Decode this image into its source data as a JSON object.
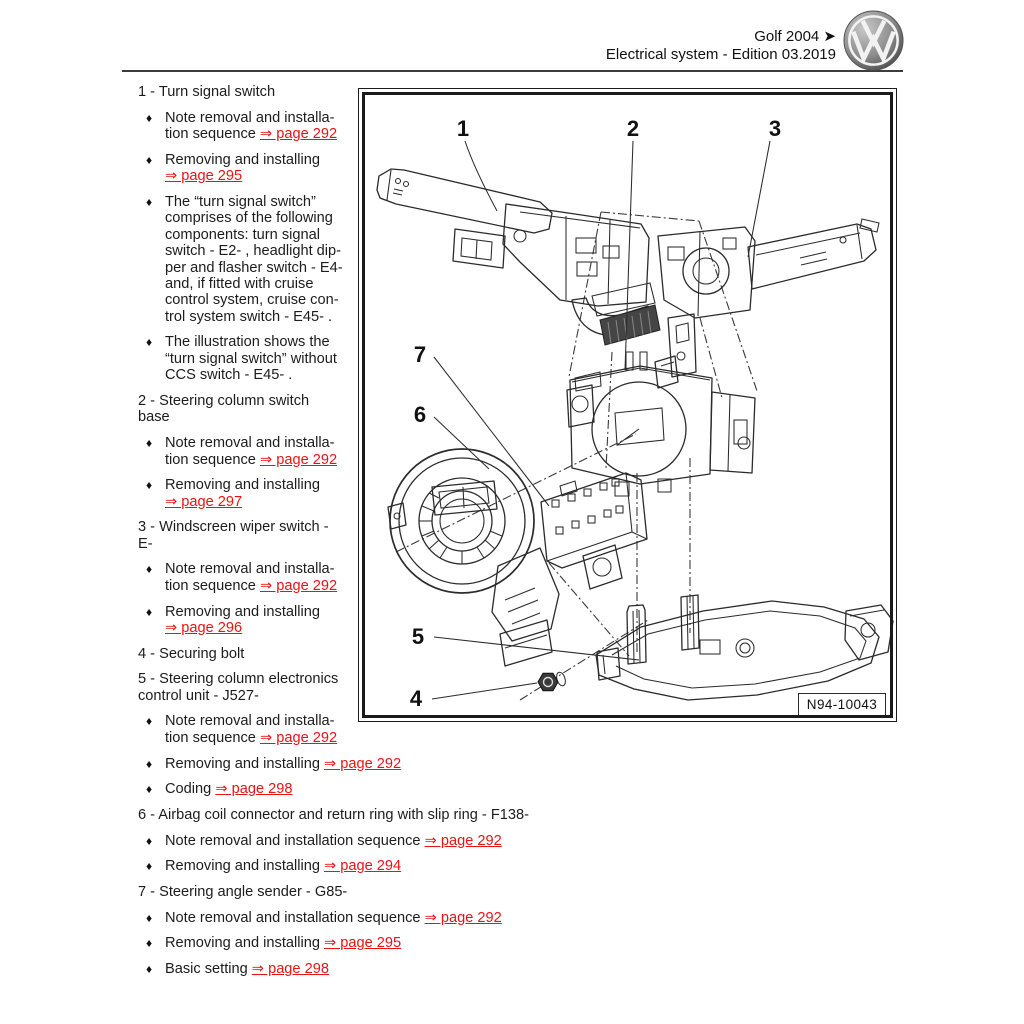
{
  "header": {
    "model_line": "Golf 2004 ➤",
    "system_line": "Electrical system - Edition 03.2019",
    "logo_name": "volkswagen-logo"
  },
  "colors": {
    "link_red": "#e81414",
    "ink": "#1a1a1a"
  },
  "legend": {
    "bullet_glyph": "♦",
    "rows": [
      {
        "kind": "item",
        "lines": [
          [
            {
              "t": "1 - Turn signal switch"
            }
          ]
        ]
      },
      {
        "kind": "bullet",
        "lines": [
          [
            {
              "t": "Note removal and installa-"
            }
          ],
          [
            {
              "t": "tion sequence "
            },
            {
              "l": "⇒ page 292"
            }
          ]
        ]
      },
      {
        "kind": "bullet",
        "lines": [
          [
            {
              "t": "Removing and installing"
            }
          ],
          [
            {
              "l": "⇒ page 295"
            }
          ]
        ]
      },
      {
        "kind": "bullet",
        "lines": [
          [
            {
              "t": "The “turn signal switch”"
            }
          ],
          [
            {
              "t": "comprises of the following"
            }
          ],
          [
            {
              "t": "components: turn signal"
            }
          ],
          [
            {
              "t": "switch - E2- , headlight dip-"
            }
          ],
          [
            {
              "t": "per and flasher switch - E4-"
            }
          ],
          [
            {
              "t": "and, if fitted with cruise"
            }
          ],
          [
            {
              "t": "control system, cruise con-"
            }
          ],
          [
            {
              "t": "trol system switch - E45- ."
            }
          ]
        ]
      },
      {
        "kind": "bullet",
        "lines": [
          [
            {
              "t": "The illustration shows the"
            }
          ],
          [
            {
              "t": "“turn signal switch” without"
            }
          ],
          [
            {
              "t": "CCS switch - E45- ."
            }
          ]
        ]
      },
      {
        "kind": "item",
        "lines": [
          [
            {
              "t": "2 - Steering column switch"
            }
          ],
          [
            {
              "t": "base"
            }
          ]
        ]
      },
      {
        "kind": "bullet",
        "lines": [
          [
            {
              "t": "Note removal and installa-"
            }
          ],
          [
            {
              "t": "tion sequence "
            },
            {
              "l": "⇒ page 292"
            }
          ]
        ]
      },
      {
        "kind": "bullet",
        "lines": [
          [
            {
              "t": "Removing and installing"
            }
          ],
          [
            {
              "l": "⇒ page 297"
            }
          ]
        ]
      },
      {
        "kind": "item",
        "lines": [
          [
            {
              "t": "3 - Windscreen wiper switch -"
            }
          ],
          [
            {
              "t": "E-"
            }
          ]
        ]
      },
      {
        "kind": "bullet",
        "lines": [
          [
            {
              "t": "Note removal and installa-"
            }
          ],
          [
            {
              "t": "tion sequence "
            },
            {
              "l": "⇒ page 292"
            }
          ]
        ]
      },
      {
        "kind": "bullet",
        "lines": [
          [
            {
              "t": "Removing and installing"
            }
          ],
          [
            {
              "l": "⇒ page 296"
            }
          ]
        ]
      },
      {
        "kind": "item",
        "lines": [
          [
            {
              "t": "4 - Securing bolt"
            }
          ]
        ]
      },
      {
        "kind": "item",
        "lines": [
          [
            {
              "t": "5 - Steering column electronics"
            }
          ],
          [
            {
              "t": "control unit - J527-"
            }
          ]
        ]
      },
      {
        "kind": "bullet",
        "lines": [
          [
            {
              "t": "Note removal and installa-"
            }
          ],
          [
            {
              "t": "tion sequence "
            },
            {
              "l": "⇒ page 292"
            }
          ]
        ]
      },
      {
        "kind": "bullet",
        "lines": [
          [
            {
              "t": "Removing and installing "
            },
            {
              "l": "⇒ page 292"
            }
          ]
        ]
      },
      {
        "kind": "bullet",
        "lines": [
          [
            {
              "t": "Coding "
            },
            {
              "l": "⇒ page 298"
            }
          ]
        ]
      },
      {
        "kind": "item",
        "lines": [
          [
            {
              "t": "6 - Airbag coil connector and return ring with slip ring - F138-"
            }
          ]
        ]
      },
      {
        "kind": "bullet",
        "lines": [
          [
            {
              "t": "Note removal and installation sequence "
            },
            {
              "l": "⇒ page 292"
            }
          ]
        ]
      },
      {
        "kind": "bullet",
        "lines": [
          [
            {
              "t": "Removing and installing "
            },
            {
              "l": "⇒ page 294"
            }
          ]
        ]
      },
      {
        "kind": "item",
        "lines": [
          [
            {
              "t": "7 - Steering angle sender - G85-"
            }
          ]
        ]
      },
      {
        "kind": "bullet",
        "lines": [
          [
            {
              "t": "Note removal and installation sequence "
            },
            {
              "l": "⇒ page 292"
            }
          ]
        ]
      },
      {
        "kind": "bullet",
        "lines": [
          [
            {
              "t": "Removing and installing "
            },
            {
              "l": "⇒ page 295"
            }
          ]
        ]
      },
      {
        "kind": "bullet",
        "lines": [
          [
            {
              "t": "Basic setting "
            },
            {
              "l": "⇒ page 298"
            }
          ]
        ]
      }
    ]
  },
  "diagram": {
    "callouts": [
      "1",
      "2",
      "3",
      "7",
      "6",
      "5",
      "4"
    ],
    "ref_label": "N94-10043"
  }
}
